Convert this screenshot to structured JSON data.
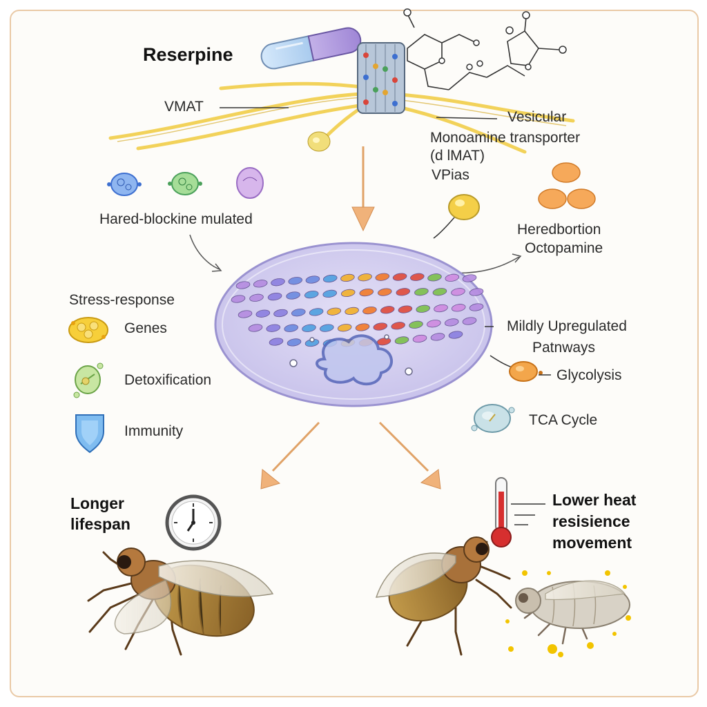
{
  "title": "Reserpine",
  "top": {
    "vmat": "VMAT",
    "vesicular": "Vesicular",
    "monoamine": "Monoamine transporter",
    "dvmat": "(d lMAT)",
    "vpias": "VPias"
  },
  "left_mid": "Hared-blockine mulated",
  "right_mid": {
    "line1": "Heredbortion",
    "line2": "Octopamine"
  },
  "left_list": {
    "heading": "Stress-response",
    "genes": "Genes",
    "detox": "Detoxification",
    "immunity": "Immunity"
  },
  "right_list": {
    "line1": "Mildly Upregulated",
    "line2": "Patnways",
    "glycolysis": "Glycolysis",
    "tca": "TCA Cycle"
  },
  "outcomes": {
    "left_line1": "Longer",
    "left_line2": "lifespan",
    "right_line1": "Lower heat",
    "right_line2": "resisience",
    "right_line3": "movement"
  },
  "colors": {
    "frame": "#e9c9a6",
    "arrow": "#f0b27a",
    "nerve": "#f2d25a",
    "cell": "#c9c3ec"
  }
}
